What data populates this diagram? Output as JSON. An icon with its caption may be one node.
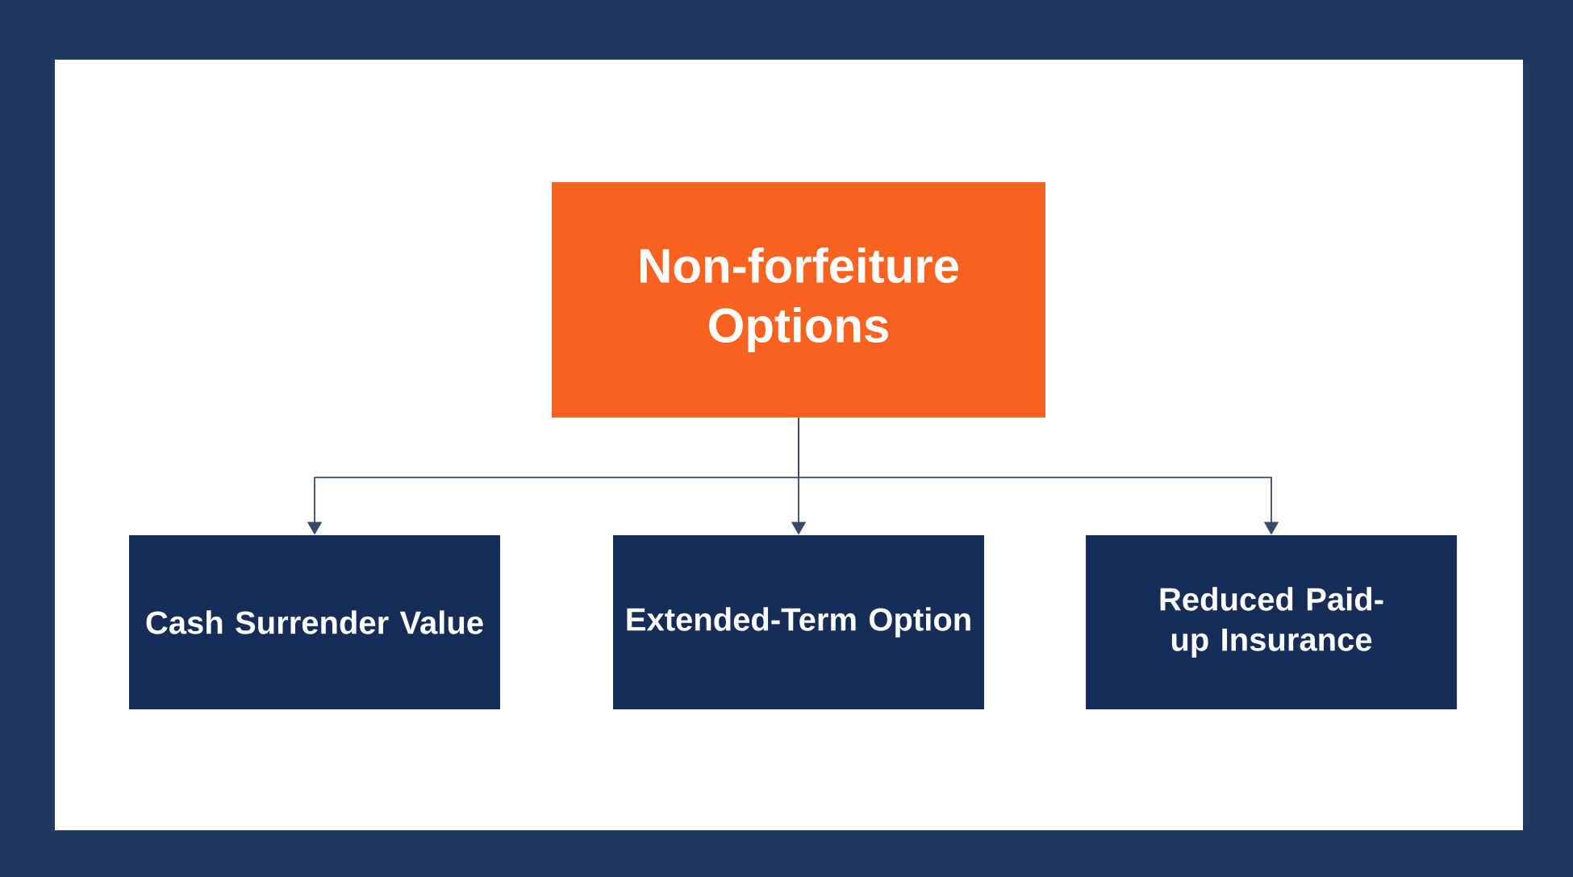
{
  "diagram": {
    "nodes": [
      {
        "text": [
          "Non-forfeiture Options"
        ]
      },
      {
        "text": [
          "Cash Surrender Value"
        ]
      },
      {
        "text": [
          "Extended-Term Option"
        ]
      },
      {
        "text": [
          "Reduced Paid-up Insurance"
        ]
      }
    ],
    "edges": [
      {
        "from": 0,
        "to": 1,
        "arrow": "to"
      },
      {
        "from": 0,
        "to": 2,
        "arrow": "to"
      },
      {
        "from": 0,
        "to": 3,
        "arrow": "to"
      }
    ]
  }
}
